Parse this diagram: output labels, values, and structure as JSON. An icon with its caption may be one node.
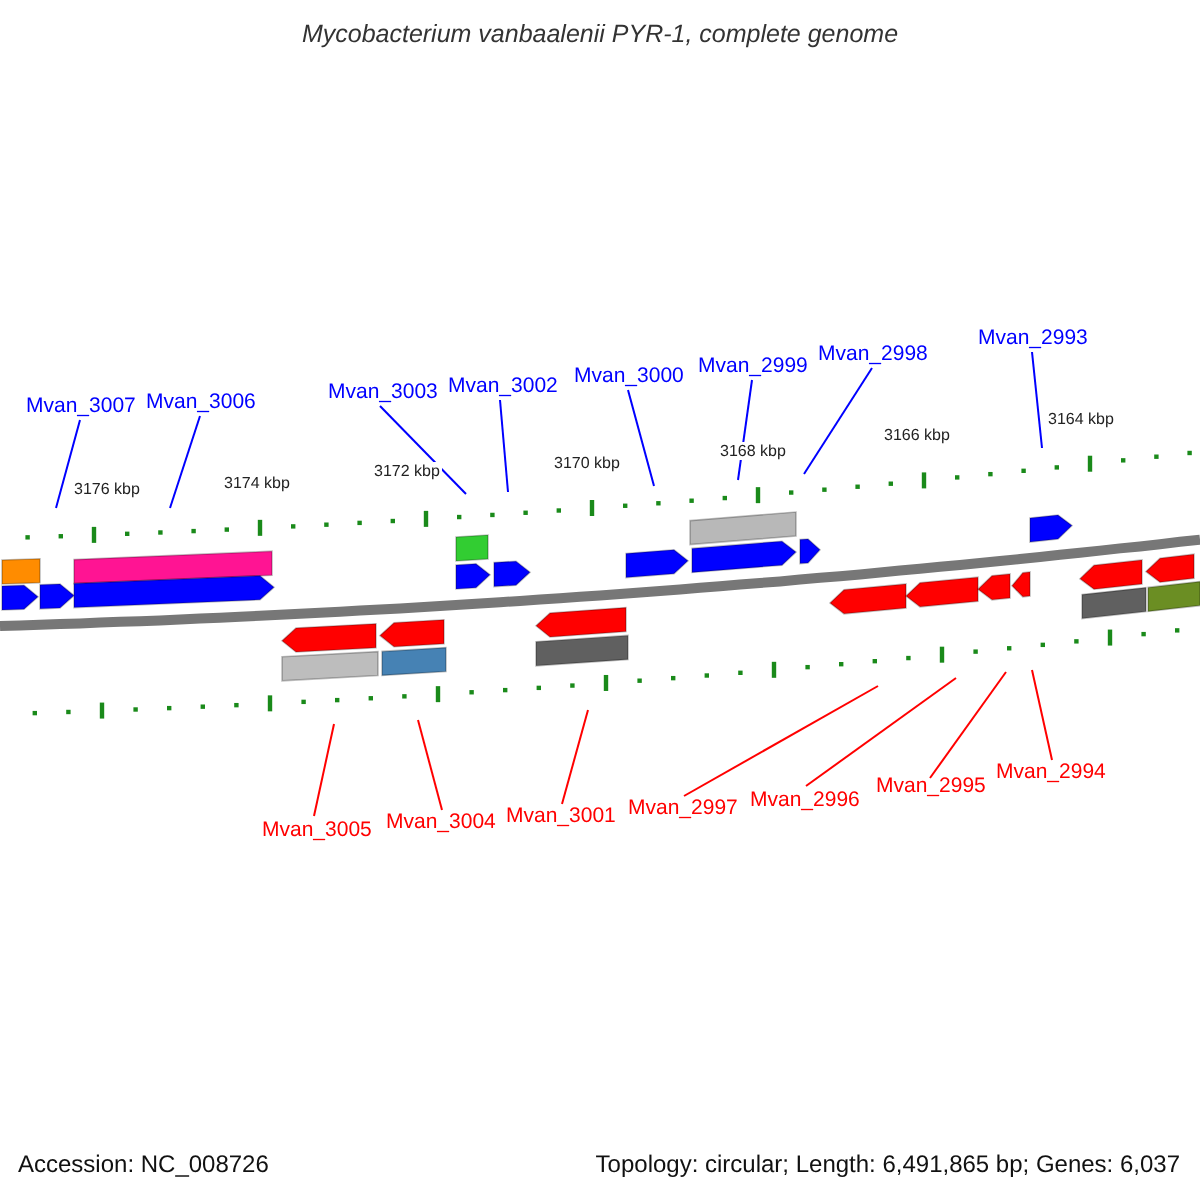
{
  "diagram": {
    "title": "Mycobacterium vanbaalenii PYR-1, complete genome",
    "nodes": [
      {
        "text": [
          "Mvan_3007"
        ]
      },
      {
        "text": [
          "Mvan_3006"
        ]
      },
      {
        "text": [
          "Mvan_3003"
        ]
      },
      {
        "text": [
          "Mvan_3002"
        ]
      },
      {
        "text": [
          "Mvan_3000"
        ]
      },
      {
        "text": [
          "Mvan_2999"
        ]
      },
      {
        "text": [
          "Mvan_2998"
        ]
      },
      {
        "text": [
          "Mvan_2993"
        ]
      },
      {
        "text": [
          "Mvan_3005"
        ]
      },
      {
        "text": [
          "Mvan_3004"
        ]
      },
      {
        "text": [
          "Mvan_3001"
        ]
      },
      {
        "text": [
          "Mvan_2997"
        ]
      },
      {
        "text": [
          "Mvan_2996"
        ]
      },
      {
        "text": [
          "Mvan_2995"
        ]
      },
      {
        "text": [
          "Mvan_2994"
        ]
      }
    ],
    "edges": [
      {
        "from": 0,
        "to": null,
        "arrow": "none",
        "color": "#0000ff"
      },
      {
        "from": 1,
        "to": null,
        "arrow": "none",
        "color": "#0000ff"
      },
      {
        "from": 2,
        "to": null,
        "arrow": "none",
        "color": "#0000ff"
      },
      {
        "from": 3,
        "to": null,
        "arrow": "none",
        "color": "#0000ff"
      },
      {
        "from": 4,
        "to": null,
        "arrow": "none",
        "color": "#0000ff"
      },
      {
        "from": 5,
        "to": null,
        "arrow": "none",
        "color": "#0000ff"
      },
      {
        "from": 6,
        "to": null,
        "arrow": "none",
        "color": "#0000ff"
      },
      {
        "from": 7,
        "to": null,
        "arrow": "none",
        "color": "#0000ff"
      },
      {
        "from": 8,
        "to": null,
        "arrow": "none",
        "color": "#ff0000"
      },
      {
        "from": 9,
        "to": null,
        "arrow": "none",
        "color": "#ff0000"
      },
      {
        "from": 10,
        "to": null,
        "arrow": "none",
        "color": "#ff0000"
      },
      {
        "from": 11,
        "to": null,
        "arrow": "none",
        "color": "#ff0000"
      },
      {
        "from": 12,
        "to": null,
        "arrow": "none",
        "color": "#ff0000"
      },
      {
        "from": 13,
        "to": null,
        "arrow": "none",
        "color": "#ff0000"
      },
      {
        "from": 14,
        "to": null,
        "arrow": "none",
        "color": "#ff0000"
      }
    ],
    "labels": [
      "3176 kbp",
      "3174 kbp",
      "3172 kbp",
      "3170 kbp",
      "3168 kbp",
      "3166 kbp",
      "3164 kbp",
      "Accession: NC_008726",
      "Topology: circular; Length: 6,491,865 bp; Genes: 6,037"
    ]
  }
}
